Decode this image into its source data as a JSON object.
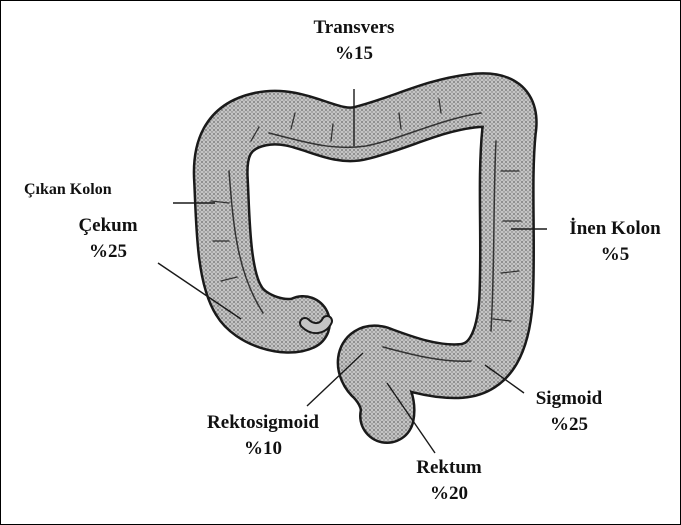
{
  "labels": {
    "transvers": {
      "name": "Transvers",
      "pct": "%15"
    },
    "cikan_kolon": {
      "name": "Çıkan Kolon"
    },
    "cekum": {
      "name": "Çekum",
      "pct": "%25"
    },
    "inen_kolon": {
      "name": "İnen Kolon",
      "pct": "%5"
    },
    "sigmoid": {
      "name": "Sigmoid",
      "pct": "%25"
    },
    "rektosigmoid": {
      "name": "Rektosigmoid",
      "pct": "%10"
    },
    "rektum": {
      "name": "Rektum",
      "pct": "%20"
    }
  },
  "colors": {
    "colon_fill": "#b5b5b5",
    "outline": "#1a1a1a",
    "text": "#111111"
  }
}
